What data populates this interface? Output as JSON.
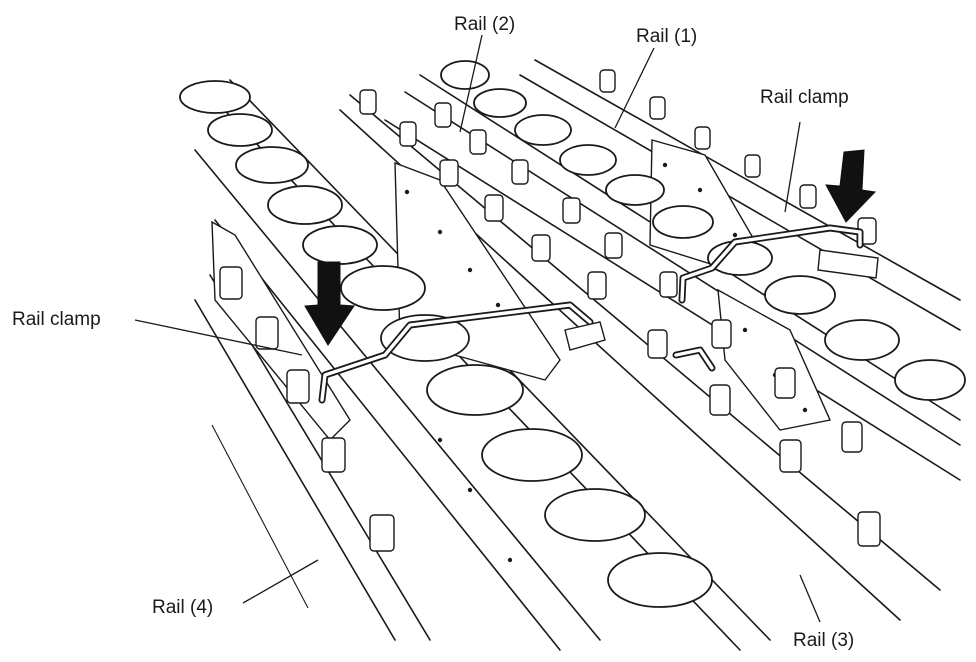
{
  "labels": {
    "rail1": "Rail (1)",
    "rail2": "Rail (2)",
    "rail3": "Rail (3)",
    "rail4": "Rail (4)",
    "rail_clamp_right": "Rail clamp",
    "rail_clamp_left": "Rail clamp"
  }
}
